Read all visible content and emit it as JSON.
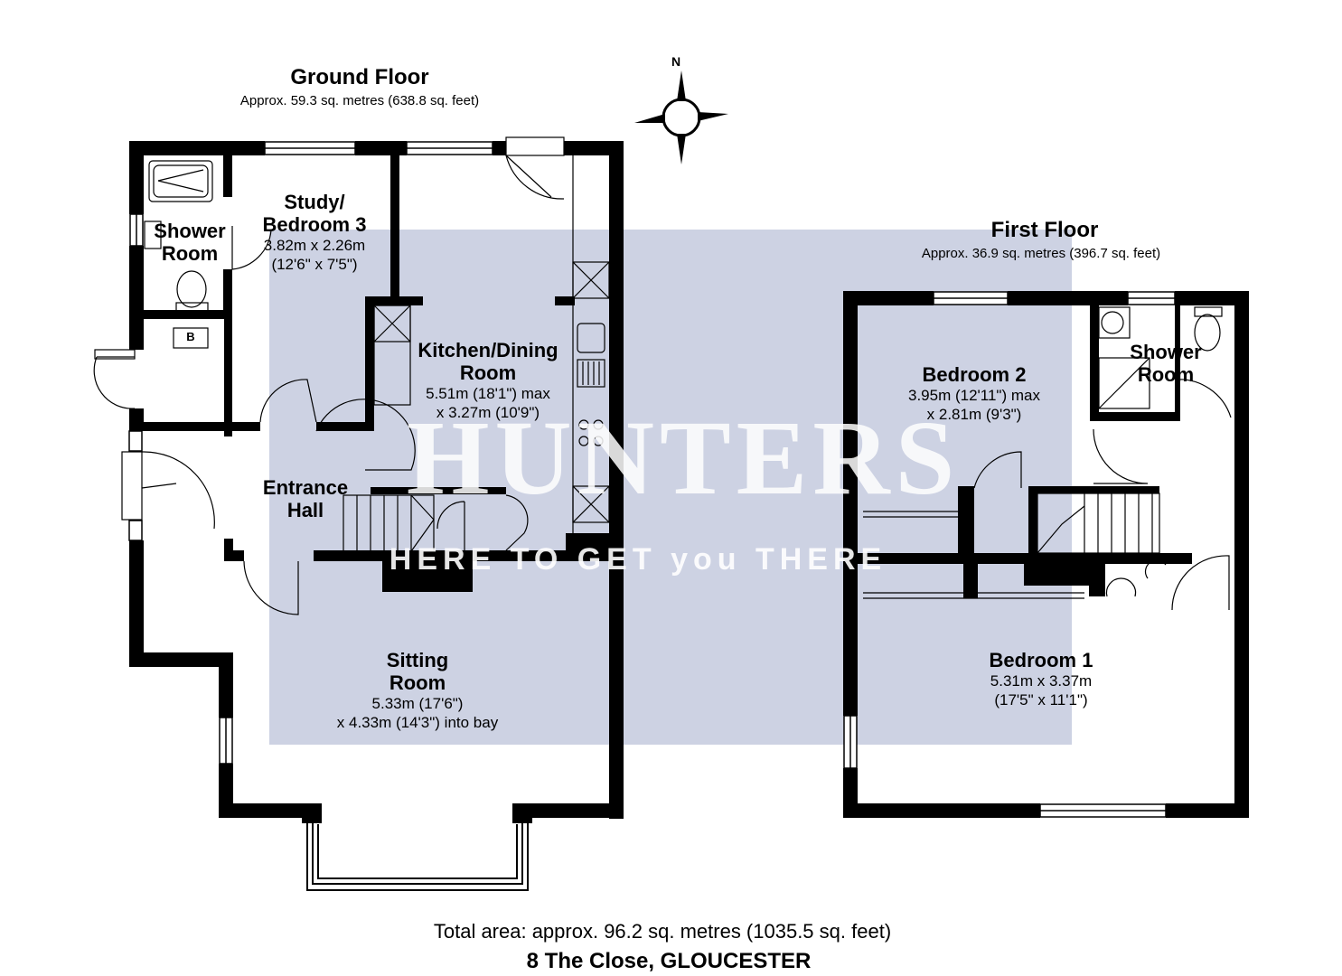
{
  "compass": {
    "north_label": "N"
  },
  "ground_floor": {
    "title": "Ground Floor",
    "area": "Approx. 59.3 sq. metres (638.8 sq. feet)",
    "rooms": {
      "shower": {
        "line1": "Shower",
        "line2": "Room"
      },
      "study": {
        "line1": "Study/",
        "line2": "Bedroom 3",
        "dim1": "3.82m x 2.26m",
        "dim2": "(12'6\" x 7'5\")"
      },
      "kitchen": {
        "line1": "Kitchen/Dining",
        "line2": "Room",
        "dim1": "5.51m (18'1\") max",
        "dim2": "x 3.27m (10'9\")"
      },
      "hall": {
        "line1": "Entrance",
        "line2": "Hall"
      },
      "sitting": {
        "line1": "Sitting",
        "line2": "Room",
        "dim1": "5.33m (17'6\")",
        "dim2": "x 4.33m (14'3\") into bay"
      },
      "boiler": {
        "label": "B"
      }
    }
  },
  "first_floor": {
    "title": "First Floor",
    "area": "Approx. 36.9 sq. metres (396.7 sq. feet)",
    "rooms": {
      "bedroom2": {
        "line1": "Bedroom 2",
        "dim1": "3.95m (12'11\") max",
        "dim2": "x 2.81m (9'3\")"
      },
      "shower": {
        "line1": "Shower",
        "line2": "Room"
      },
      "bedroom1": {
        "line1": "Bedroom 1",
        "dim1": "5.31m x 3.37m",
        "dim2": "(17'5\" x 11'1\")"
      }
    }
  },
  "watermark": {
    "brand": "HUNTERS",
    "tagline": "HERE TO GET you THERE"
  },
  "footer": {
    "total": "Total area: approx. 96.2 sq. metres (1035.5 sq. feet)",
    "address": "8 The Close, GLOUCESTER"
  },
  "colors": {
    "wall": "#000000",
    "watermark": "#cdd2e3",
    "text": "#000000"
  }
}
